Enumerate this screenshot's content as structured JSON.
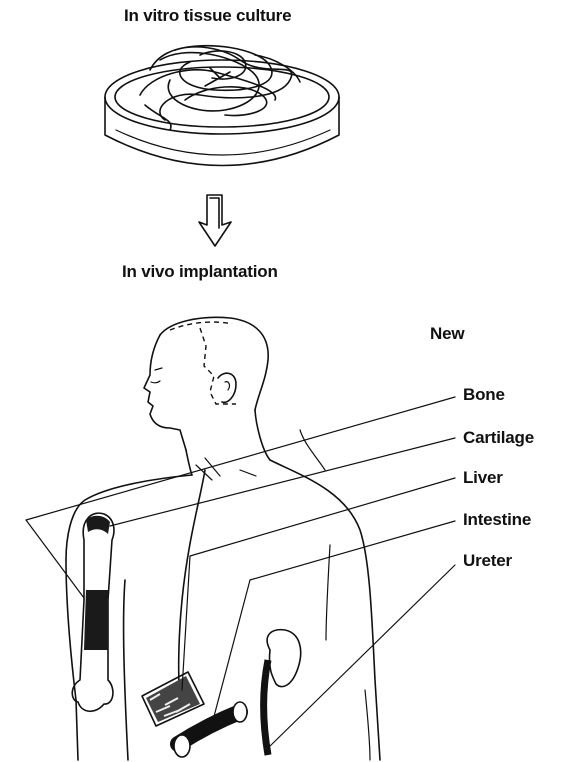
{
  "diagram": {
    "title_top": "In vitro tissue culture",
    "title_middle": "In vivo implantation",
    "legend_header": "New",
    "tissues": [
      {
        "label": "Bone"
      },
      {
        "label": "Cartilage"
      },
      {
        "label": "Liver"
      },
      {
        "label": "Intestine"
      },
      {
        "label": "Ureter"
      }
    ]
  },
  "colors": {
    "ink": "#111111",
    "background": "#ffffff"
  }
}
